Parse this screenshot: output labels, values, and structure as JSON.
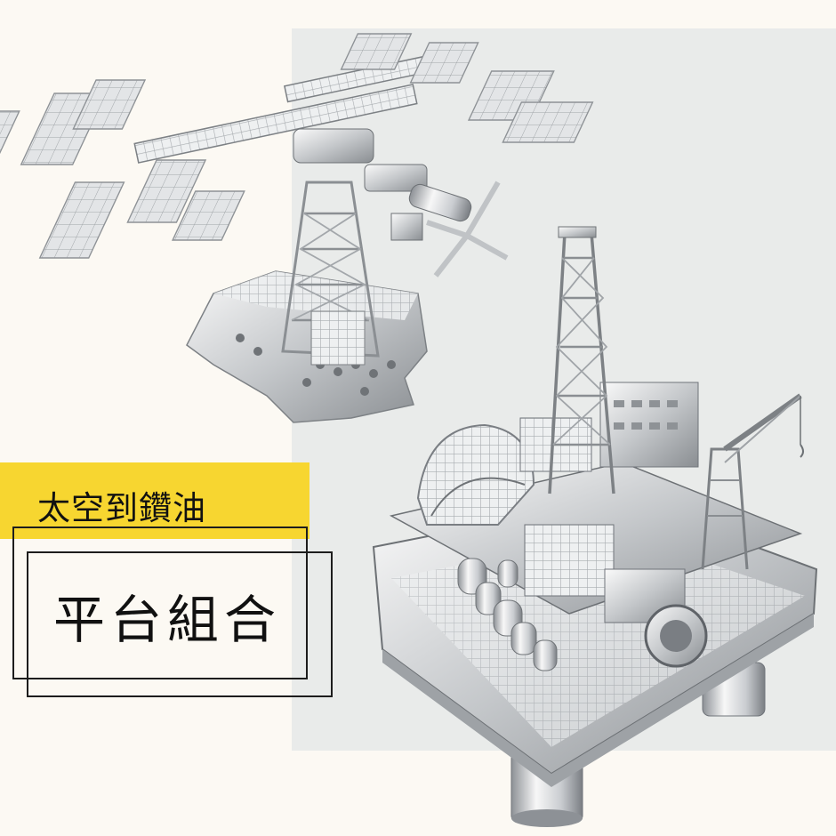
{
  "banner": {
    "text": "太空到鑽油"
  },
  "title": {
    "text": "平台組合"
  },
  "images": {
    "space_station": "space-station-metal-model",
    "oil_platform": "oil-rig-platform-metal-model"
  },
  "colors": {
    "background": "#fcf9f3",
    "panel": "#e9ebea",
    "banner_yellow": "#f7d630",
    "frame_black": "#1d1d1d",
    "metal_light": "#f2f2f2",
    "metal_mid": "#b9bcbf",
    "metal_dark": "#6e7276"
  }
}
